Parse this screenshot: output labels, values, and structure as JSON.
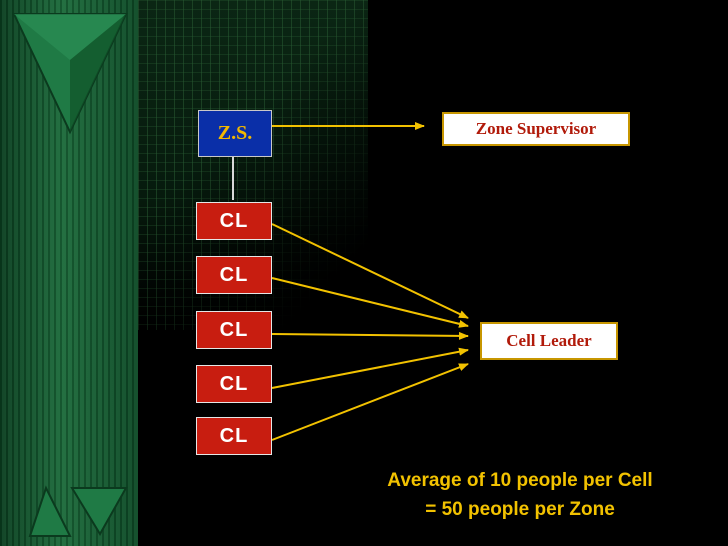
{
  "colors": {
    "background": "#000000",
    "zone_box_fill": "#0a2fa8",
    "zone_box_text": "#f2b800",
    "cell_box_fill": "#c81d10",
    "cell_box_text": "#ffffff",
    "label_text": "#b11a0a",
    "label_border": "#c79600",
    "arrow": "#f2c200",
    "footer_text": "#f2c200"
  },
  "diagram": {
    "zone_node": {
      "label": "Z.S."
    },
    "cell_nodes": [
      {
        "label": "CL"
      },
      {
        "label": "CL"
      },
      {
        "label": "CL"
      },
      {
        "label": "CL"
      },
      {
        "label": "CL"
      }
    ],
    "zone_label": "Zone Supervisor",
    "cell_label": "Cell Leader"
  },
  "footer": {
    "line1": "Average of 10 people per Cell",
    "line2": "= 50 people per Zone"
  }
}
